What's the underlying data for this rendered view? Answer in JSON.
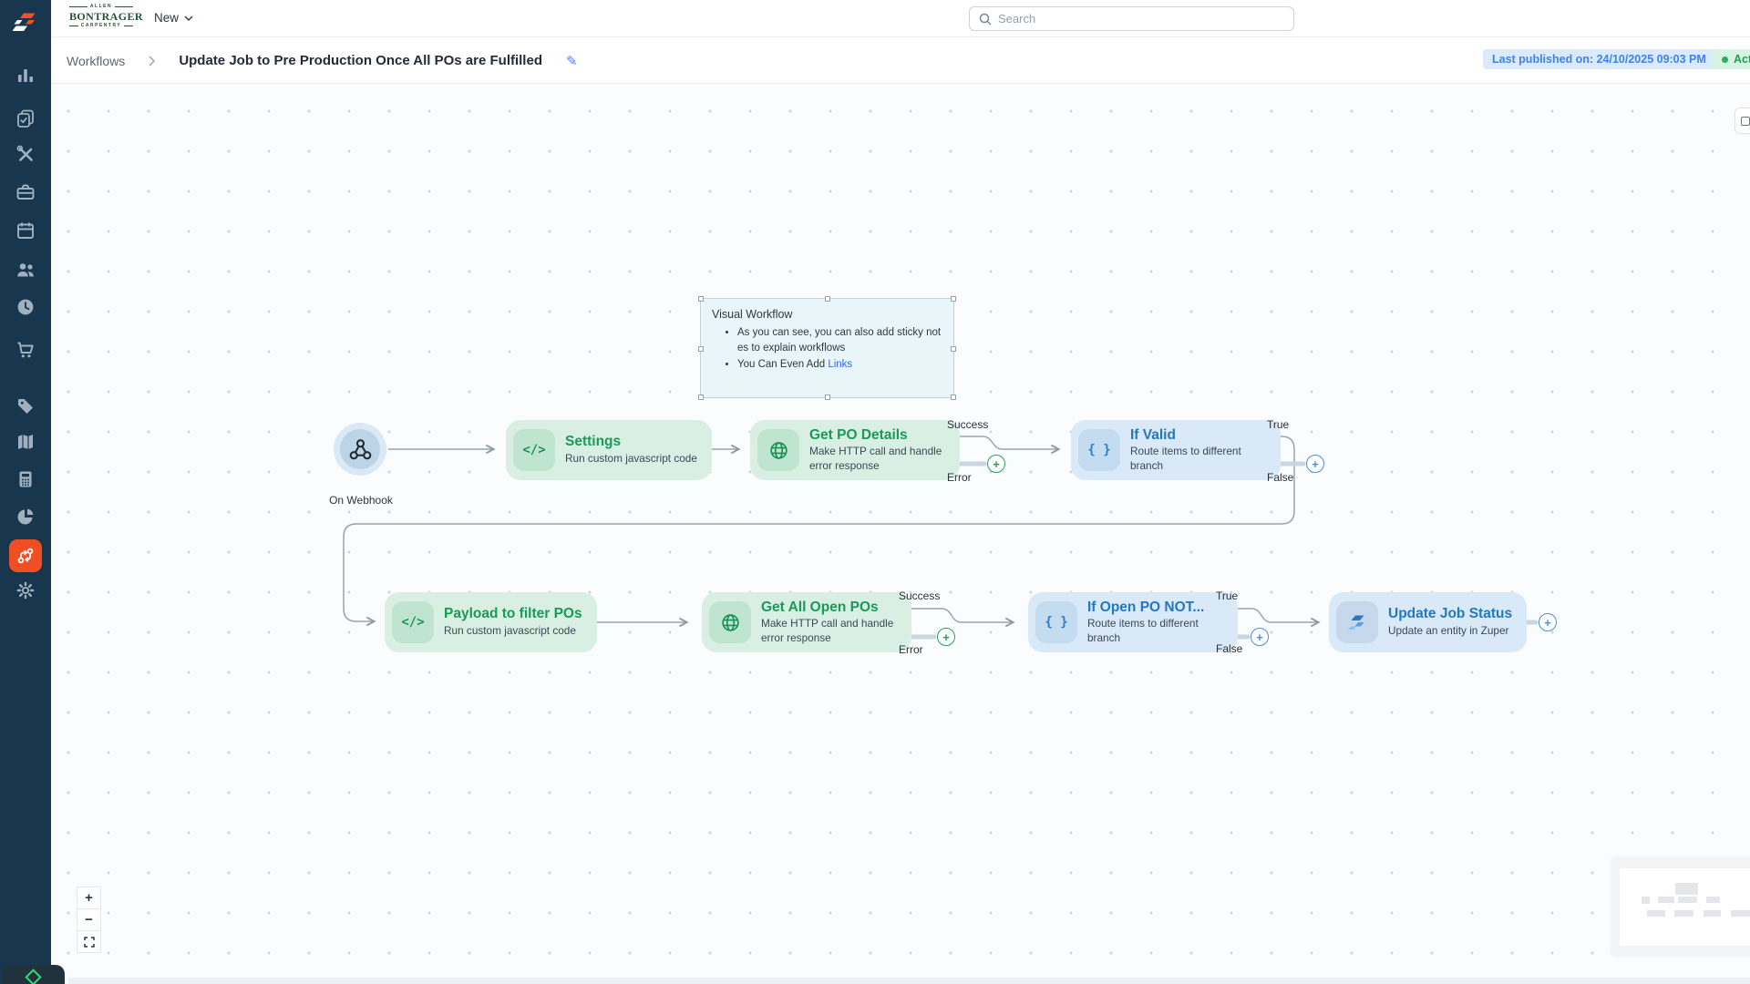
{
  "header": {
    "brand": {
      "line1": "ALLEN",
      "line2": "BONTRAGER",
      "line3": "CARPENTRY"
    },
    "new_label": "New",
    "search_placeholder": "Search"
  },
  "breadcrumb": {
    "section": "Workflows",
    "title": "Update Job to Pre Production Once All POs are Fulfilled"
  },
  "status": {
    "last_published": "Last published on: 24/10/2025 09:03 PM",
    "active_label": "Active"
  },
  "sidebar": {
    "icons": [
      "zuper-logo",
      "dashboard-chart",
      "tasks-clipboard",
      "tools",
      "briefcase",
      "calendar",
      "users",
      "clock",
      "cart",
      "tag",
      "map",
      "calculator",
      "pie-chart",
      "workflows (active)",
      "settings-gear"
    ]
  },
  "sticky": {
    "title": "Visual Workflow",
    "bullet1_line1": "As you can see, you can also add sticky not",
    "bullet1_line2": "es to explain workflows",
    "bullet2_text": "You Can Even Add ",
    "bullet2_link": "Links"
  },
  "nodes": {
    "webhook_label": "On Webhook",
    "settings": {
      "title": "Settings",
      "subtitle": "Run custom javascript code"
    },
    "getpo": {
      "title": "Get PO Details",
      "subtitle": "Make HTTP call and handle error response"
    },
    "ifvalid": {
      "title": "If Valid",
      "subtitle": "Route items to different branch"
    },
    "payload": {
      "title": "Payload to filter POs",
      "subtitle": "Run custom javascript code"
    },
    "getall": {
      "title": "Get All Open POs",
      "subtitle": "Make HTTP call and handle error response"
    },
    "ifopen": {
      "title": "If Open PO NOT...",
      "subtitle": "Route items to different branch"
    },
    "update": {
      "title": "Update Job Status",
      "subtitle": "Update an entity in Zuper"
    }
  },
  "labels": {
    "success": "Success",
    "error": "Error",
    "true": "True",
    "false": "False"
  },
  "icons": {
    "code_glyph": "</>",
    "branch_glyph": "{ }",
    "plus": "+",
    "zoom_in": "+",
    "zoom_out": "−"
  },
  "colors": {
    "sidebar": "#18374f",
    "accent_orange": "#f04e23",
    "node_green": "#daefe4",
    "node_blue": "#d9e9f7",
    "title_green": "#189a58",
    "title_blue": "#2178c2",
    "badge_blue": "#3b82f6",
    "badge_green": "#17a24b"
  }
}
